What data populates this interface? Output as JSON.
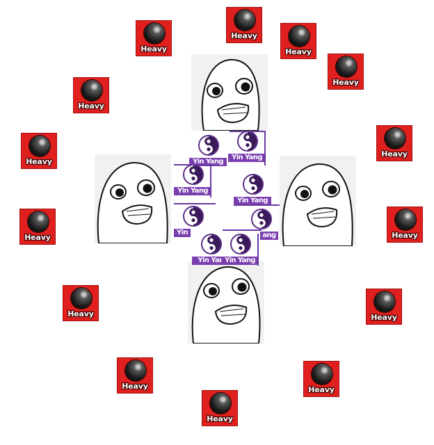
{
  "heavy_label": "Heavy",
  "yin_yang_label": "Yin Yang",
  "yin_yang_partial_left": "Yin",
  "yin_yang_partial_right": "ang",
  "yin_yang_partial_bottom": "Yin Yan",
  "colors": {
    "heavy_bg": "#e0201e",
    "yin_yang_label_bg": "#7b3fb0",
    "yin_yang_outline": "#5b2d86",
    "face_bg": "#f1f1f1"
  },
  "icons": {
    "heavy": "black-ball-icon",
    "yin_yang": "yin-yang-icon",
    "face": "rage-face-icon"
  }
}
